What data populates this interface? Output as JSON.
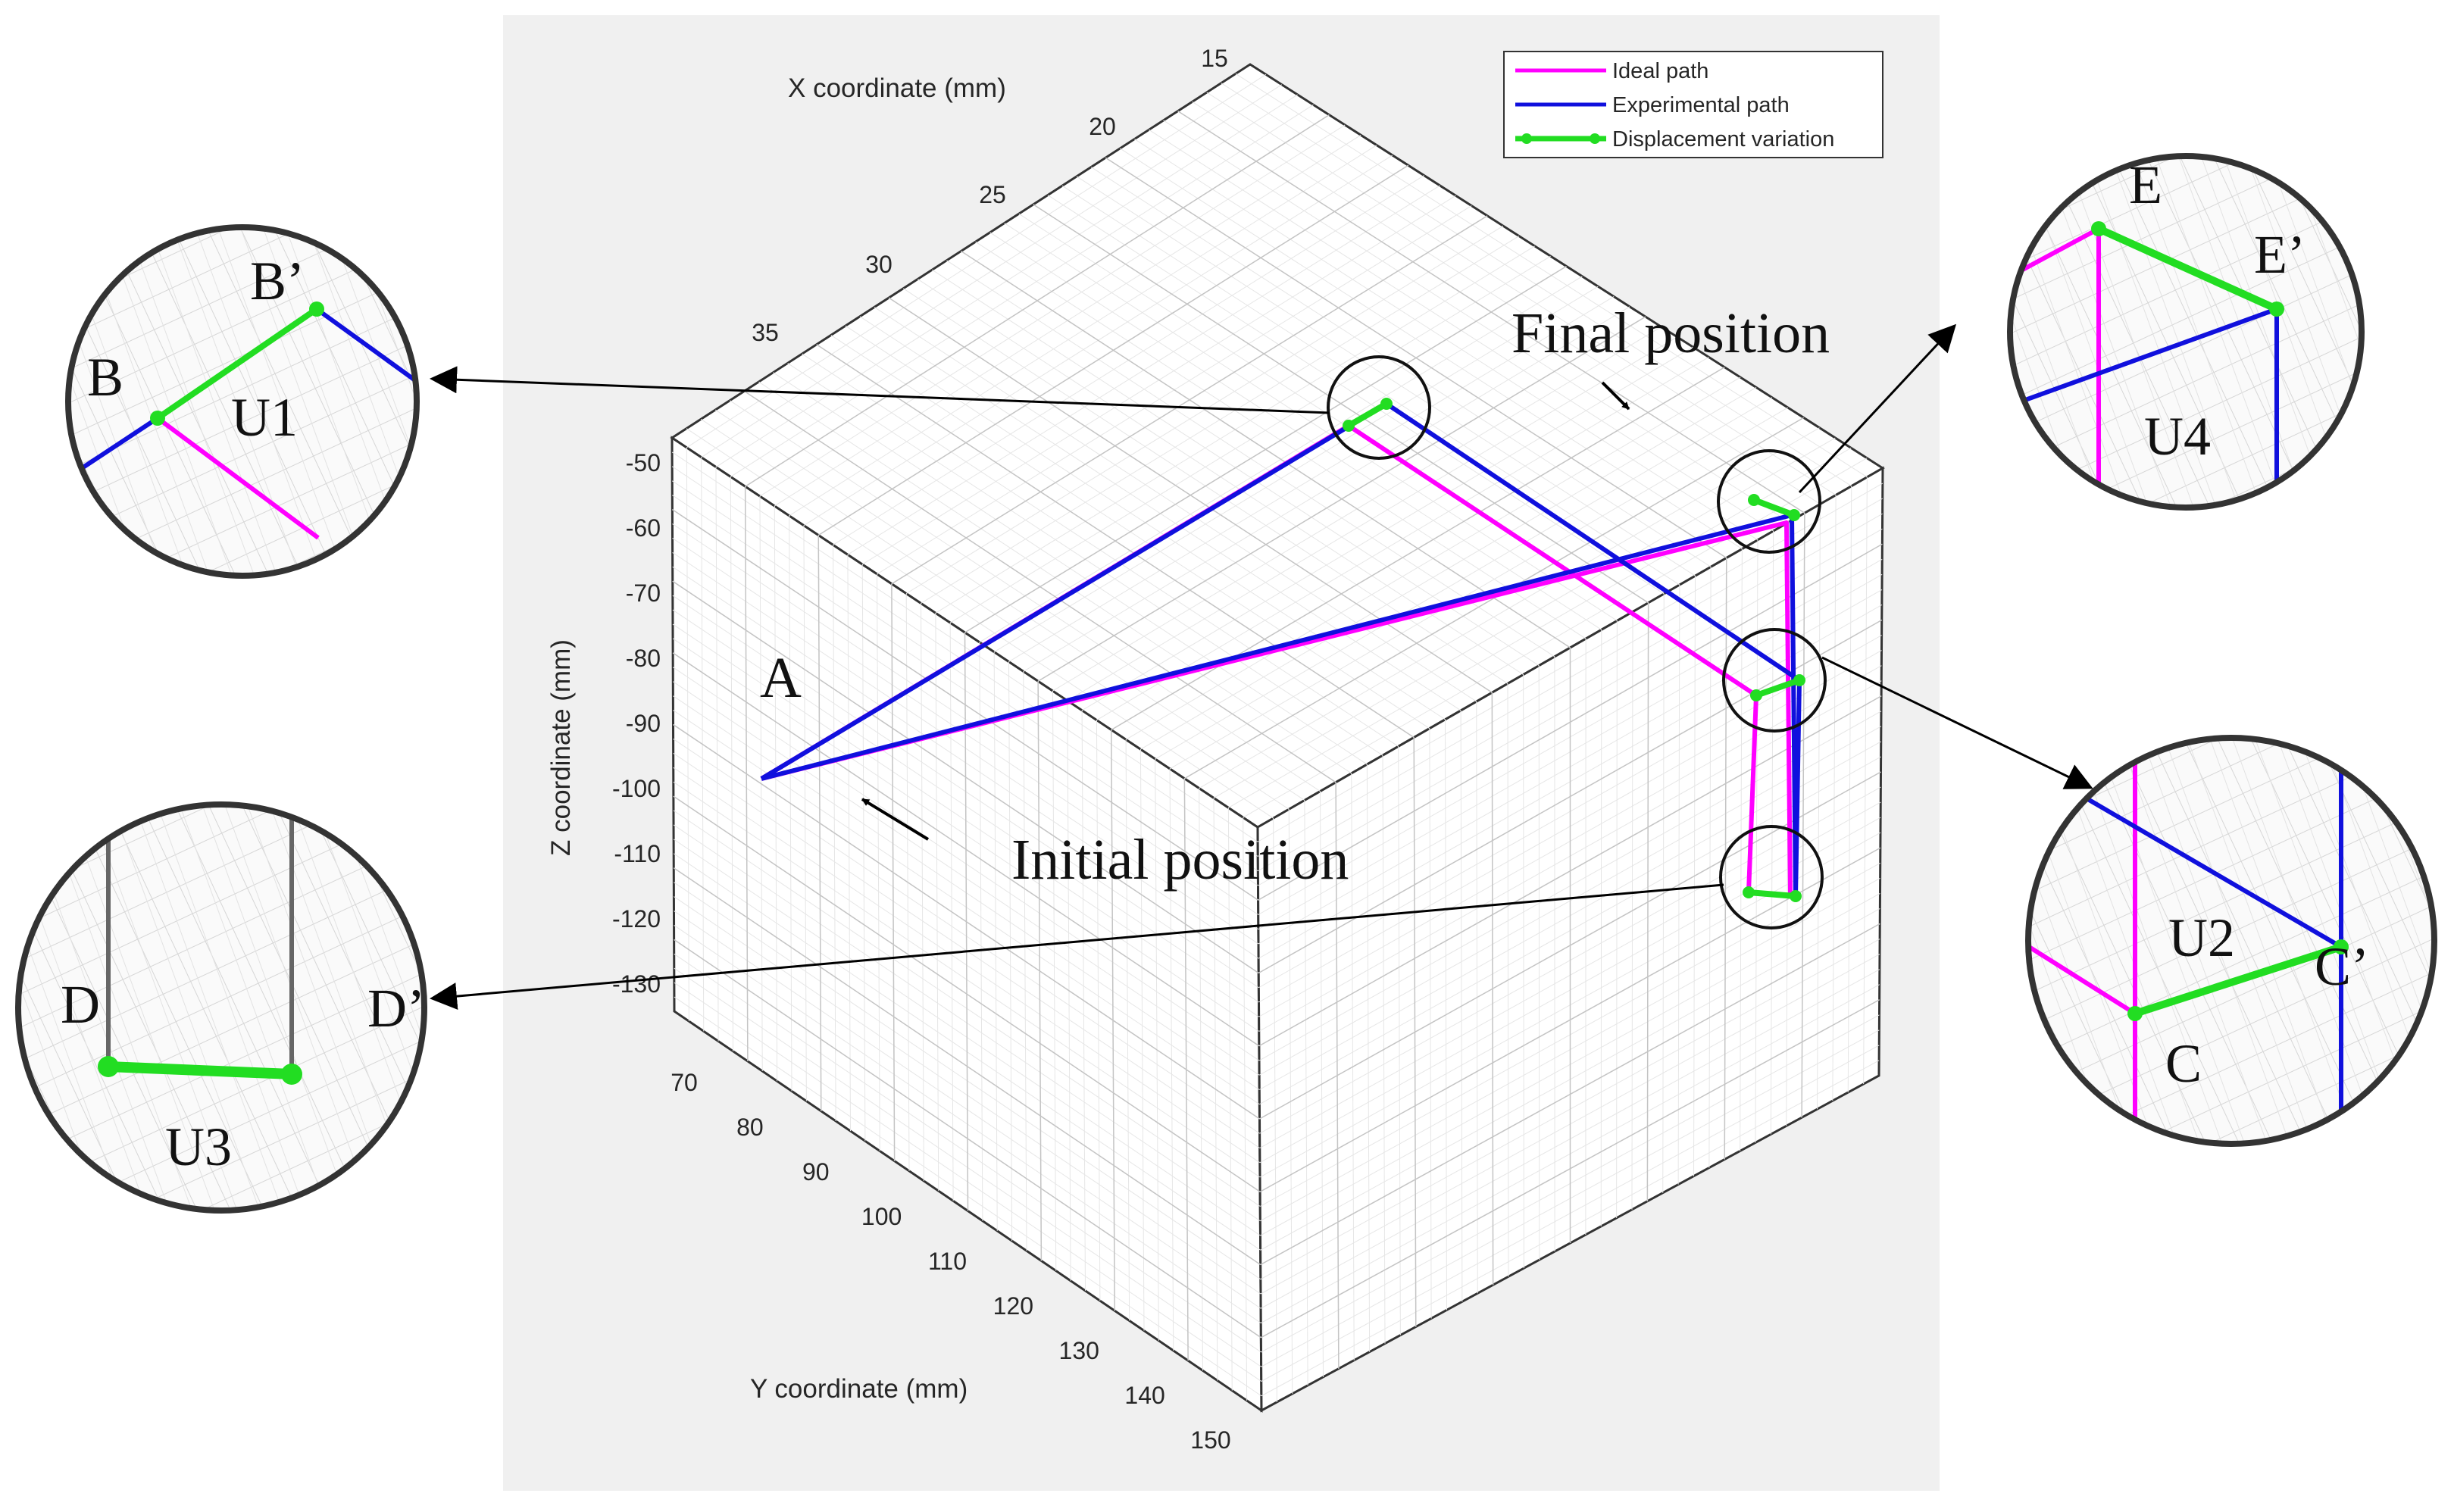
{
  "chart_data": {
    "type": "line",
    "projection": "3d",
    "axes": {
      "x": {
        "label": "X coordinate (mm)",
        "ticks": [
          15,
          20,
          25,
          30,
          35
        ]
      },
      "y": {
        "label": "Y coordinate (mm)",
        "ticks": [
          70,
          80,
          90,
          100,
          110,
          120,
          130,
          140,
          150
        ]
      },
      "z": {
        "label": "Z coordinate (mm)",
        "ticks": [
          -50,
          -60,
          -70,
          -80,
          -90,
          -100,
          -110,
          -120,
          -130
        ]
      }
    },
    "grid": true,
    "legend": {
      "placement": "top-right",
      "entries": [
        {
          "label": "Ideal path",
          "color": "#ff00ff"
        },
        {
          "label": "Experimental path",
          "color": "#0000dd"
        },
        {
          "label": "Displacement variation",
          "color": "#22dd22"
        }
      ]
    },
    "annotations": {
      "start_point": "A",
      "initial_position": "Initial position",
      "final_position": "Final position"
    },
    "displacements": [
      {
        "name": "U1",
        "ideal": "B",
        "experimental": "B’"
      },
      {
        "name": "U2",
        "ideal": "C",
        "experimental": "C’"
      },
      {
        "name": "U3",
        "ideal": "D",
        "experimental": "D’"
      },
      {
        "name": "U4",
        "ideal": "E",
        "experimental": "E’"
      }
    ]
  },
  "colors": {
    "ideal": "#ff00ff",
    "experimental": "#0000dd",
    "displacement": "#22dd22",
    "panel": "#f0f0f0"
  }
}
